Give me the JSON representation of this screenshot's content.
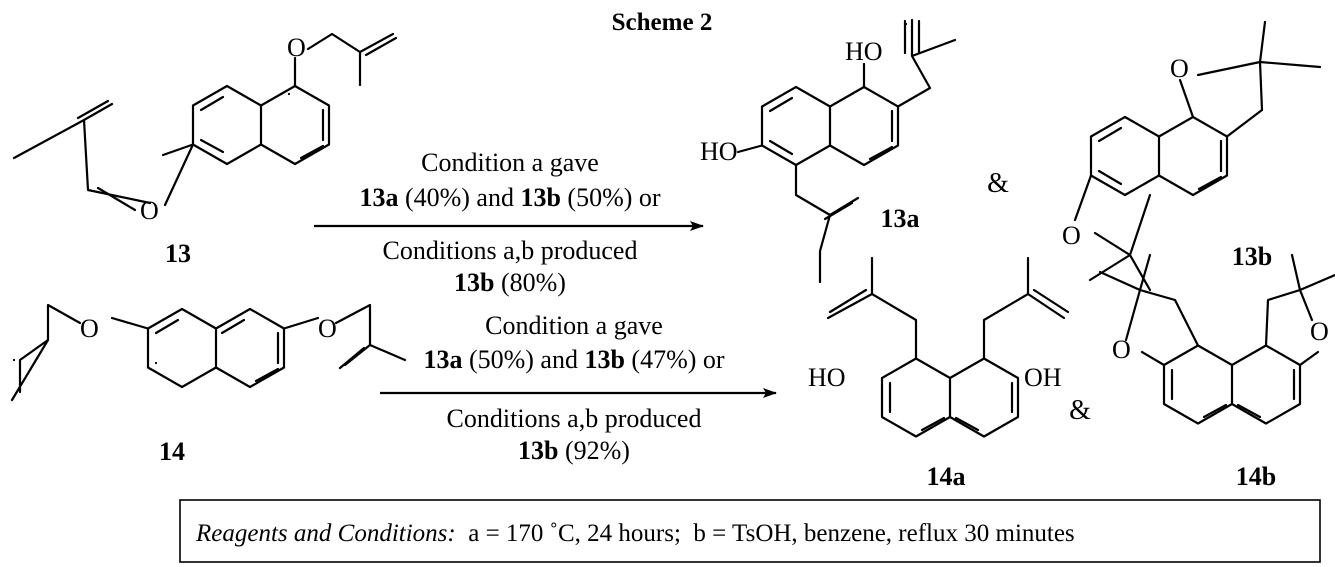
{
  "title": "Scheme 2",
  "compounds": {
    "c13": "13",
    "c13a": "13a",
    "c13b": "13b",
    "c14": "14",
    "c14a": "14a",
    "c14b": "14b"
  },
  "atoms": {
    "O": "O",
    "HO": "HO",
    "OH": "OH"
  },
  "ampersand": "&",
  "reaction1": {
    "above_line1": "Condition a gave",
    "above_line2": {
      "c1": "13a",
      "y1": " (40%) and ",
      "c2": "13b",
      "y2": " (50%) or"
    },
    "below_line1": "Conditions a,b produced",
    "below_line2": {
      "c": "13b",
      "y": " (80%)"
    }
  },
  "reaction2": {
    "above_line1": "Condition a gave",
    "above_line2": {
      "c1": "13a",
      "y1": " (50%) and ",
      "c2": "13b",
      "y2": " (47%) or"
    },
    "below_line1": "Conditions a,b produced",
    "below_line2": {
      "c": "13b",
      "y": " (92%)"
    }
  },
  "conditions": {
    "label": "Reagents and Conditions:",
    "text": "  a = 170 ˚C, 24 hours;  b = TsOH, benzene, reflux 30 minutes"
  }
}
